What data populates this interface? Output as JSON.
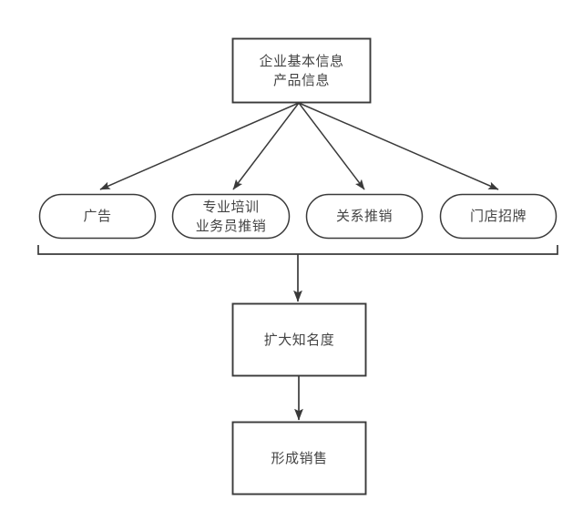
{
  "diagram": {
    "type": "flowchart",
    "title": "",
    "colors": {
      "stroke": "#3a3a3a",
      "text": "#444444",
      "background": "#ffffff"
    },
    "nodes": [
      {
        "id": "source",
        "shape": "rectangle",
        "lines": [
          "企业基本信息",
          "产品信息"
        ],
        "line1": "企业基本信息",
        "line2": "产品信息"
      },
      {
        "id": "advertising",
        "shape": "rounded-rectangle",
        "lines": [
          "广告"
        ],
        "line1": "广告",
        "line2": ""
      },
      {
        "id": "training",
        "shape": "rounded-rectangle",
        "lines": [
          "专业培训",
          "业务员推销"
        ],
        "line1": "专业培训",
        "line2": "业务员推销"
      },
      {
        "id": "relationship",
        "shape": "rounded-rectangle",
        "lines": [
          "关系推销"
        ],
        "line1": "关系推销",
        "line2": ""
      },
      {
        "id": "storefront",
        "shape": "rounded-rectangle",
        "lines": [
          "门店招牌"
        ],
        "line1": "门店招牌",
        "line2": ""
      },
      {
        "id": "awareness",
        "shape": "rectangle",
        "lines": [
          "扩大知名度"
        ],
        "line1": "扩大知名度",
        "line2": ""
      },
      {
        "id": "sales",
        "shape": "rectangle",
        "lines": [
          "形成销售"
        ],
        "line1": "形成销售",
        "line2": ""
      }
    ],
    "edges": [
      {
        "from": "source",
        "to": "advertising",
        "style": "arrow"
      },
      {
        "from": "source",
        "to": "training",
        "style": "arrow"
      },
      {
        "from": "source",
        "to": "relationship",
        "style": "arrow"
      },
      {
        "from": "source",
        "to": "storefront",
        "style": "arrow"
      },
      {
        "from": "advertising,training,relationship,storefront",
        "to": "awareness",
        "style": "bracket-arrow"
      },
      {
        "from": "awareness",
        "to": "sales",
        "style": "arrow"
      }
    ]
  }
}
